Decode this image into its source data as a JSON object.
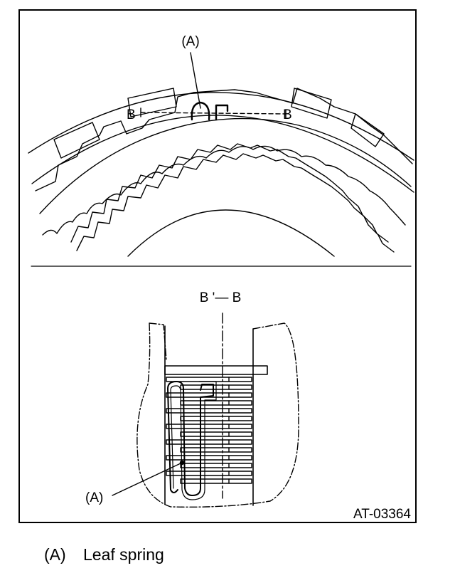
{
  "figure": {
    "callout_top": "(A)",
    "section_start": "B",
    "section_end": "B",
    "section_title": "B '— B",
    "callout_bottom": "(A)",
    "figure_id": "AT-03364"
  },
  "legend": [
    {
      "key": "(A)",
      "text": "Leaf spring"
    }
  ]
}
